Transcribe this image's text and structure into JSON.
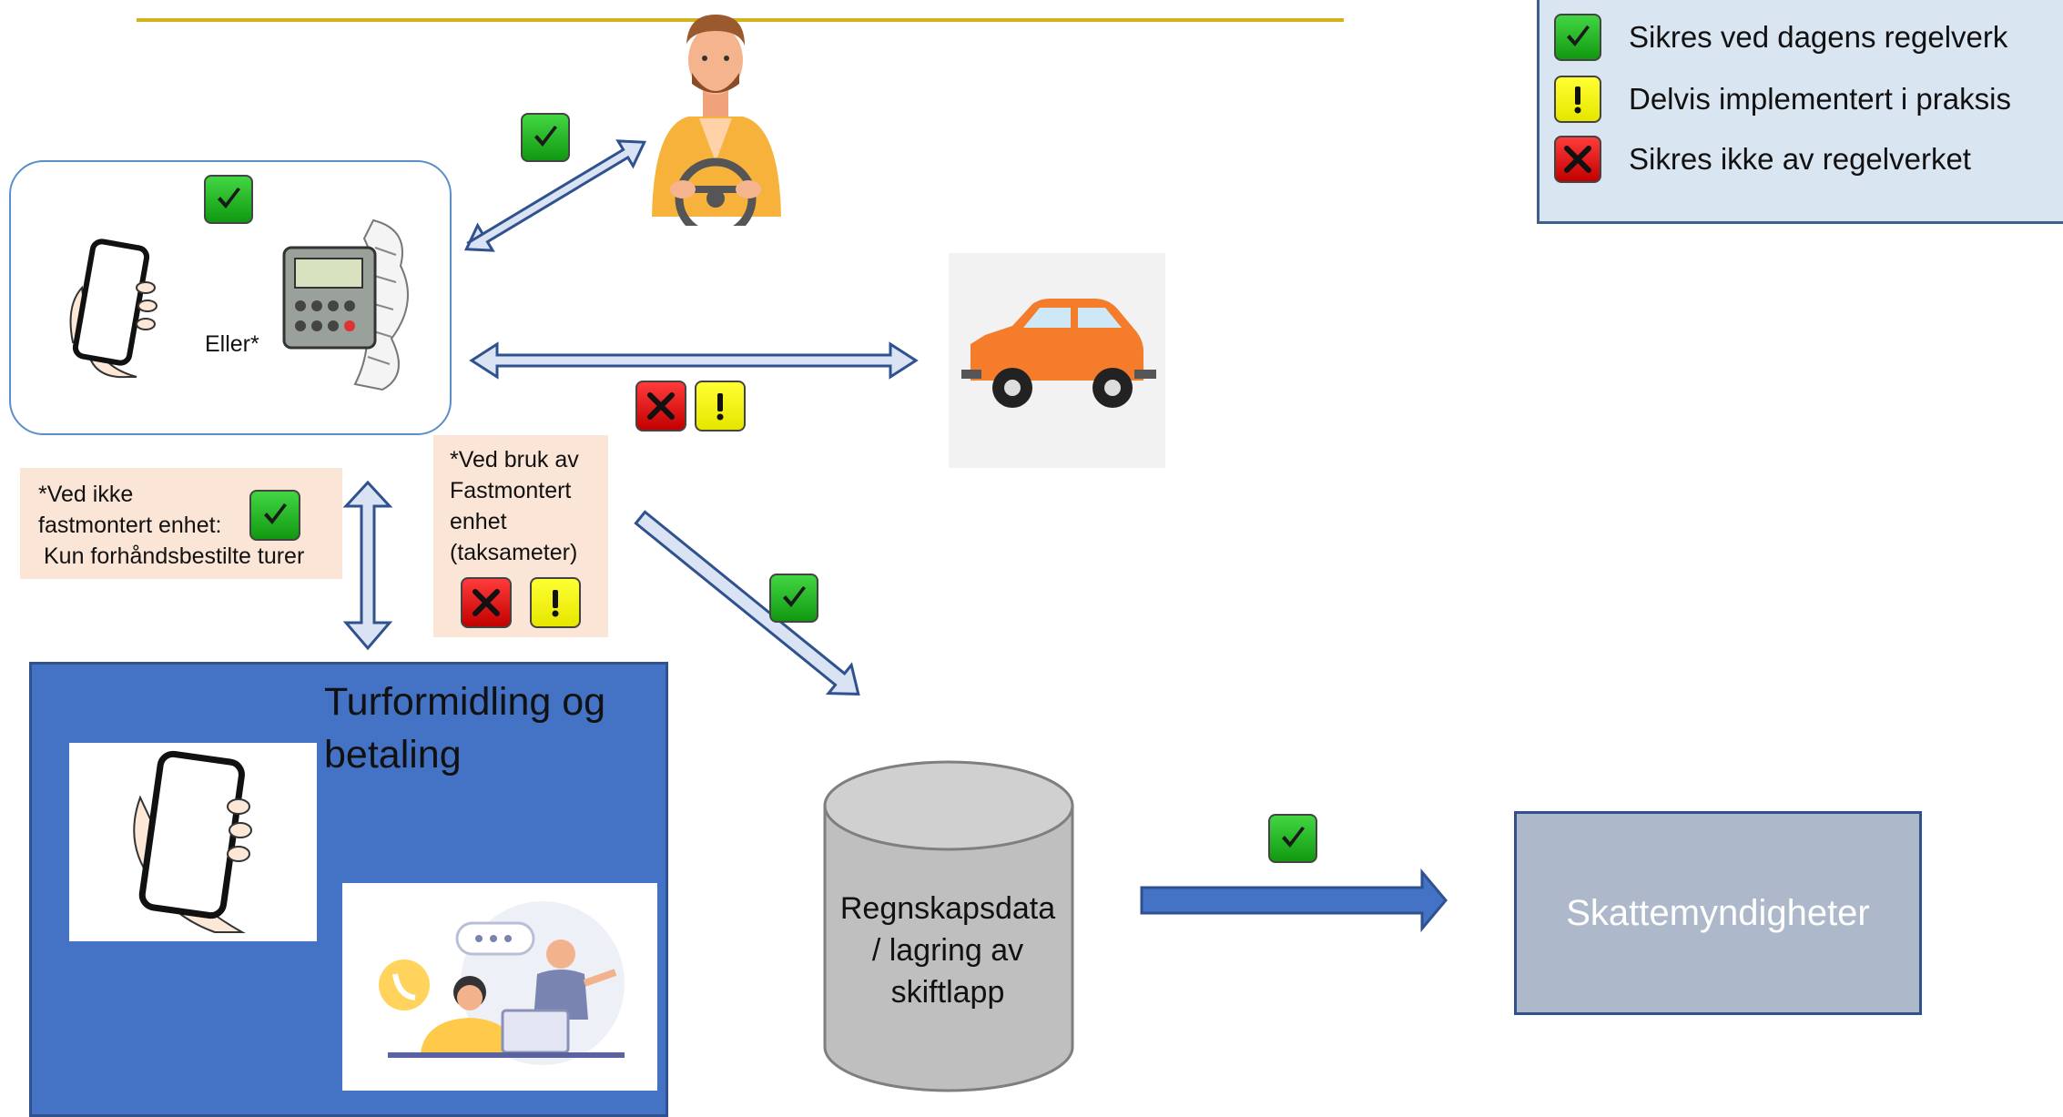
{
  "legend": {
    "items": [
      {
        "status": "green",
        "label": "Sikres ved dagens regelverk"
      },
      {
        "status": "yellow",
        "label": "Delvis implementert i praksis"
      },
      {
        "status": "red",
        "label": "Sikres ikke av regelverket"
      }
    ]
  },
  "device_box": {
    "or_label": "Eller*"
  },
  "notes": {
    "left_note": {
      "line1": "*Ved ikke",
      "line2": "fastmontert enhet:",
      "line3": "Kun forhåndsbestilte turer"
    },
    "right_note": {
      "line1": "*Ved bruk av",
      "line2": "Fastmontert",
      "line3": "enhet",
      "line4": "(taksameter)"
    }
  },
  "dispatch": {
    "title_line1": "Turformidling og",
    "title_line2": "betaling"
  },
  "database": {
    "line1": "Regnskapsdata",
    "line2": "/ lagring av",
    "line3": "skiftlapp"
  },
  "tax_authority": {
    "label": "Skattemyndigheter"
  },
  "colors": {
    "green": "#22b022",
    "yellow": "#f2f200",
    "red": "#d00000",
    "blue_box": "#4472c4",
    "tax_box": "#adb9ca",
    "arrow_fill": "#dae3f3",
    "arrow_stroke": "#2f528f",
    "line": "#d4b21a"
  },
  "icons": [
    "check-icon",
    "exclamation-icon",
    "cross-icon",
    "driver-icon",
    "car-icon",
    "phone-icon",
    "taximeter-icon",
    "call-center-icon",
    "database-icon"
  ]
}
